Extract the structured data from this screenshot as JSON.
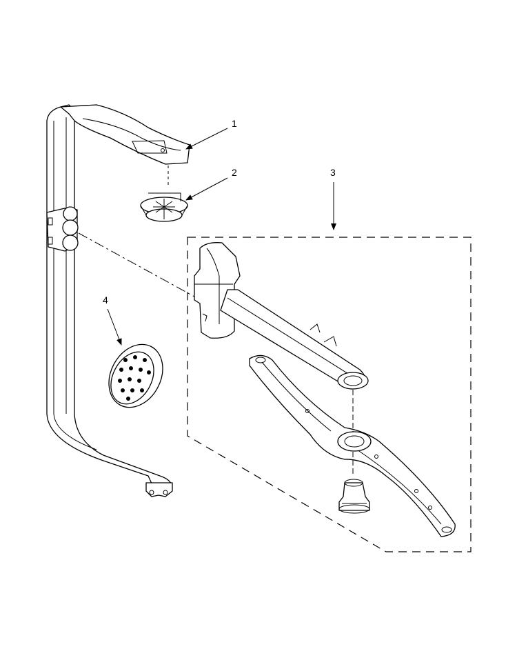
{
  "callouts": {
    "c1": "1",
    "c2": "2",
    "c3": "3",
    "c4": "4"
  }
}
